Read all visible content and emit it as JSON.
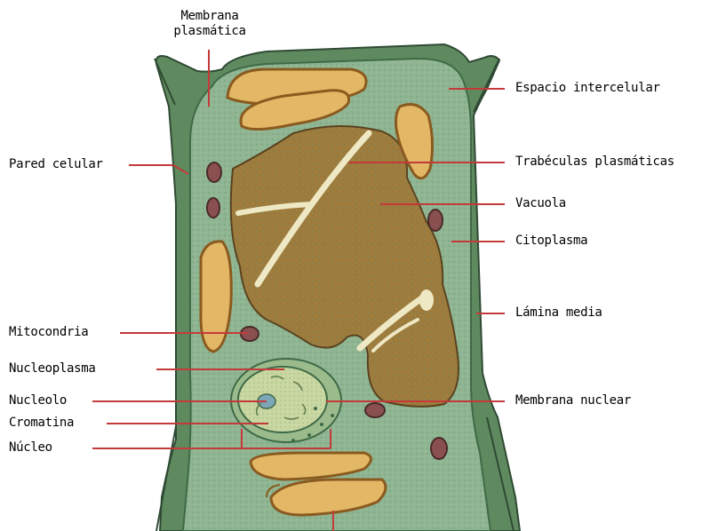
{
  "colors": {
    "cell_wall": "#5f8a5f",
    "cell_wall_dark": "#3f6a47",
    "cytoplasm": "#8fb592",
    "vacuole": "#9c7b3c",
    "organelle": "#e2b867",
    "organelle_dark": "#8a5a1f",
    "mito": "#8a5050",
    "nucleus": "#c9d7a2",
    "leader": "#c43a3a",
    "strand": "#efe8c4"
  },
  "labels": {
    "membrana_plasmatica": [
      "Membrana",
      "plasmática"
    ],
    "espacio_intercelular": "Espacio intercelular",
    "pared_celular": "Pared celular",
    "trabeculas": "Trabéculas plasmáticas",
    "vacuola": "Vacuola",
    "citoplasma": "Citoplasma",
    "lamina_media": "Lámina media",
    "mitocondria": "Mitocondria",
    "nucleoplasma": "Nucleoplasma",
    "nucleolo": "Nucleolo",
    "membrana_nuclear": "Membrana nuclear",
    "cromatina": "Cromatina",
    "nucleo": "Núcleo"
  }
}
